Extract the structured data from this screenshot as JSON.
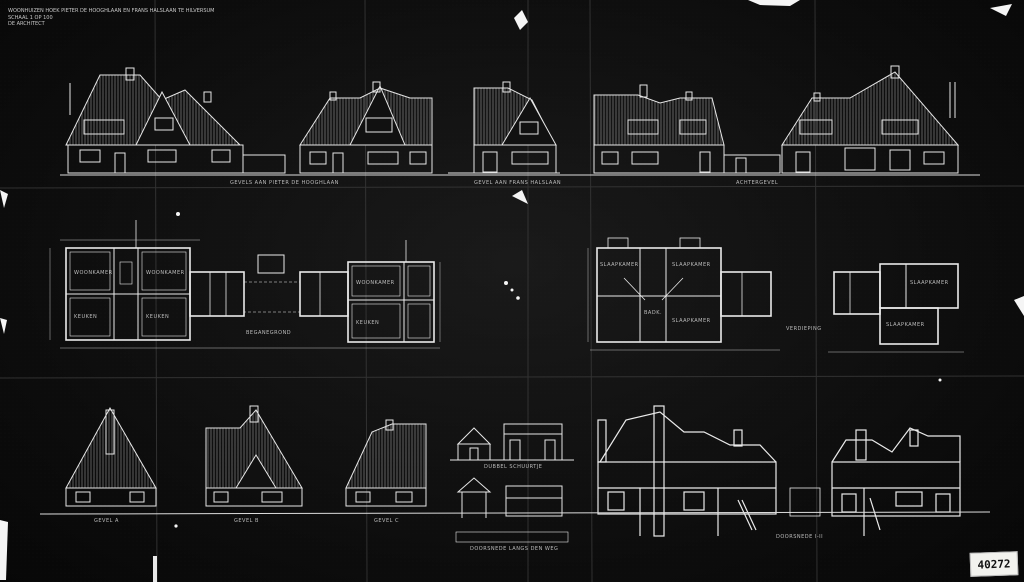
{
  "sheet": {
    "title_block": {
      "line1": "WOONHUIZEN HOEK PIETER DE HOOGHLAAN EN FRANS HALSLAAN TE HILVERSUM",
      "line2": "SCHAAL 1 OP 100",
      "line3": "DE ARCHITECT"
    },
    "labels": {
      "gevel_pieter": "GEVELS AAN PIETER DE HOOGHLAAN",
      "gevel_frans": "GEVEL AAN FRANS HALSLAAN",
      "achtergevel": "ACHTERGEVEL",
      "begane_grond": "BEGANEGROND",
      "verdieping": "VERDIEPING",
      "gevel_a": "GEVEL A",
      "gevel_b": "GEVEL B",
      "gevel_c": "GEVEL C",
      "dubbel_schuurtje": "DUBBEL SCHUURTJE",
      "doorsnede_schuur": "DOORSNEDE LANGS DEN WEG",
      "doorsneden": "DOORSNEDE I-II"
    },
    "rooms": {
      "woonkamer": "WOONKAMER",
      "keuken": "KEUKEN",
      "slaapkamer": "SLAAPKAMER",
      "badkamer": "BADK."
    },
    "archive_number": "40272"
  }
}
